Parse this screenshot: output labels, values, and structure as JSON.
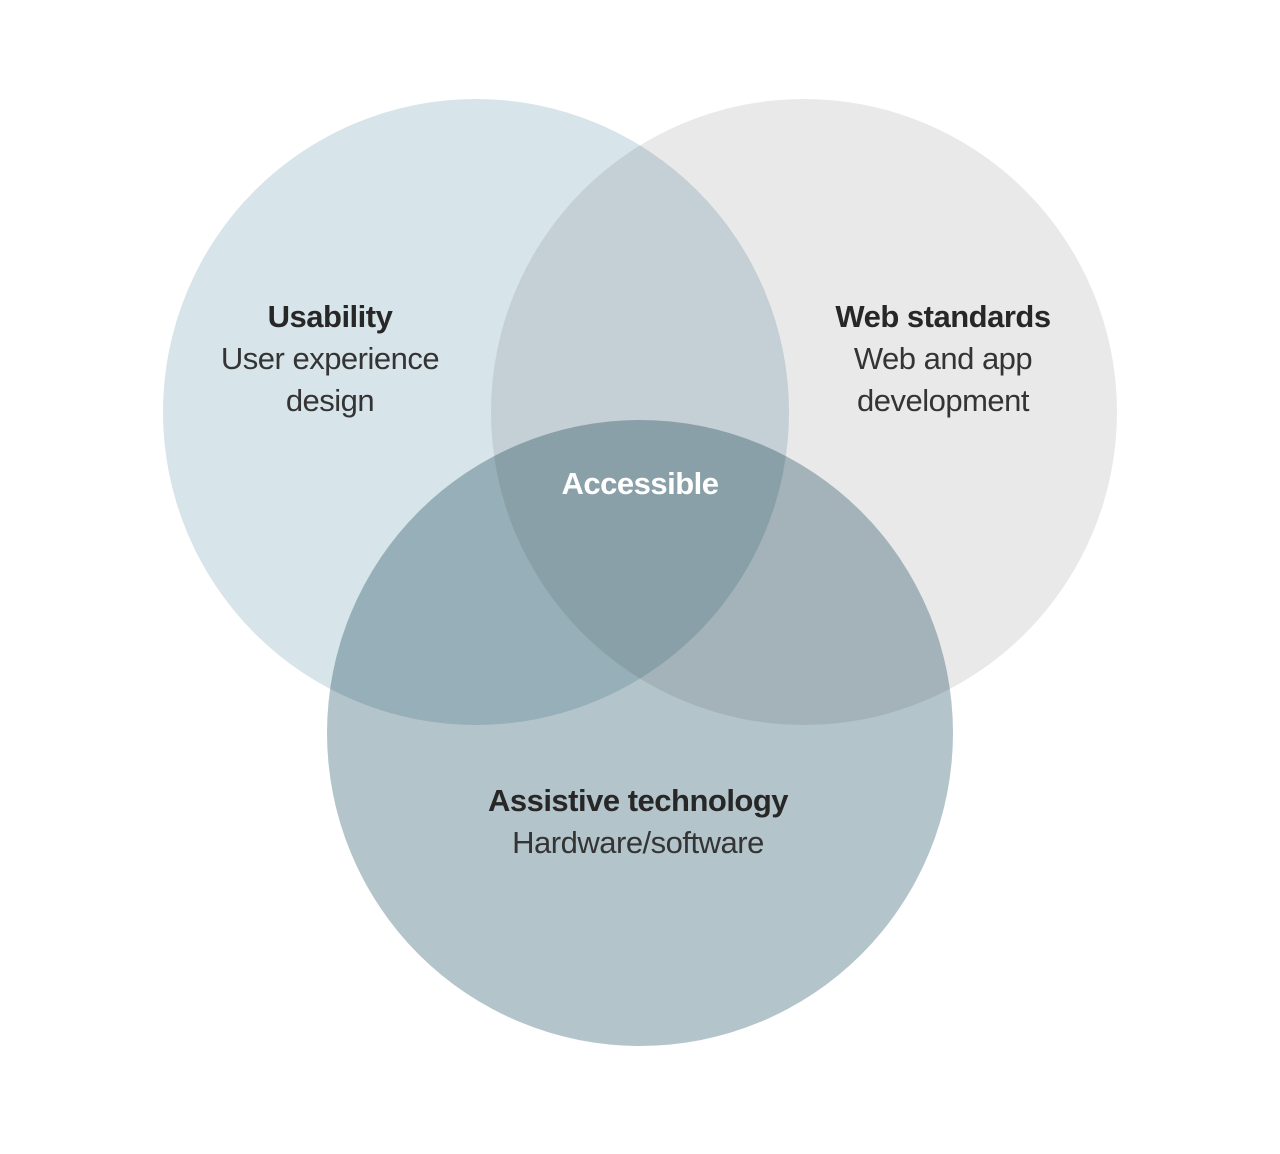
{
  "diagram": {
    "type": "venn",
    "background_color": "#ffffff",
    "text_color": "#343434",
    "title_text_color": "#272727",
    "circles": [
      {
        "id": "usability",
        "title": "Usability",
        "subtitle_lines": [
          "User experience",
          "design"
        ],
        "fill": "#d7e4e9"
      },
      {
        "id": "web-standards",
        "title": "Web standards",
        "subtitle_lines": [
          "Web and app",
          "development"
        ],
        "fill": "#e9e9e9"
      },
      {
        "id": "assistive-technology",
        "title": "Assistive technology",
        "subtitle_lines": [
          "Hardware/software"
        ],
        "fill": "#b3c4cb"
      }
    ],
    "center": {
      "label": "Accessible",
      "text_color": "#ffffff",
      "overlap_color": "#8ba1aa"
    }
  }
}
